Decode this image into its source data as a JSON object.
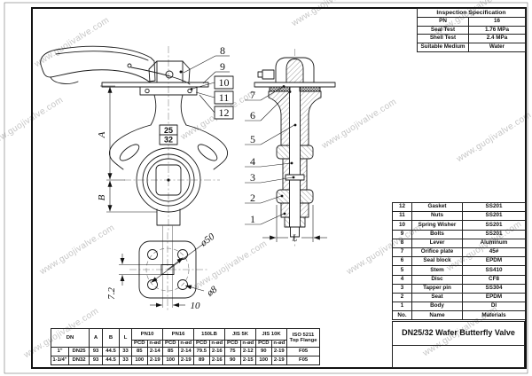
{
  "watermark": {
    "text": "www.guojivalve.com"
  },
  "inspection": {
    "title": "Inspection Specification",
    "rows": [
      {
        "label": "PN",
        "value": "16"
      },
      {
        "label": "Seal Test",
        "value": "1.76 MPa"
      },
      {
        "label": "Shell Test",
        "value": "2.4 MPa"
      },
      {
        "label": "Suitable Medium",
        "value": "Water"
      }
    ]
  },
  "parts": {
    "rows": [
      {
        "no": "12",
        "name": "Gasket",
        "material": "SS201"
      },
      {
        "no": "11",
        "name": "Nuts",
        "material": "SS201"
      },
      {
        "no": "10",
        "name": "Spring Wisher",
        "material": "SS201"
      },
      {
        "no": "9",
        "name": "Bolts",
        "material": "SS201"
      },
      {
        "no": "8",
        "name": "Lever",
        "material": "Aluminum"
      },
      {
        "no": "7",
        "name": "Orifice plate",
        "material": "45#"
      },
      {
        "no": "6",
        "name": "Seal block",
        "material": "EPDM"
      },
      {
        "no": "5",
        "name": "Stem",
        "material": "SS410"
      },
      {
        "no": "4",
        "name": "Disc",
        "material": "CF8"
      },
      {
        "no": "3",
        "name": "Tapper pin",
        "material": "SS304"
      },
      {
        "no": "2",
        "name": "Seat",
        "material": "EPDM"
      },
      {
        "no": "1",
        "name": "Body",
        "material": "DI"
      }
    ],
    "footer": {
      "no": "No.",
      "name": "Name",
      "material": "Materials"
    }
  },
  "title_block": {
    "title": "DN25/32 Wafer Butterfly Valve"
  },
  "dim_table": {
    "headers": {
      "dn": "DN",
      "a": "A",
      "b": "B",
      "l": "L",
      "pn10": "PN10",
      "pn16": "PN16",
      "lb150": "150LB",
      "jis5k": "JIS 5K",
      "jis10k": "JIS 10K",
      "iso": "ISO 5211 Top Flange",
      "pcd": "PCD",
      "nd": "n-ød"
    },
    "rows": [
      {
        "size": "1\"",
        "dn": "DN25",
        "a": "93",
        "b": "44.5",
        "l": "33",
        "pn10_pcd": "85",
        "pn10_nd": "2-14",
        "pn16_pcd": "85",
        "pn16_nd": "2-14",
        "lb150_pcd": "79.5",
        "lb150_nd": "2-16",
        "jis5k_pcd": "75",
        "jis5k_nd": "2-12",
        "jis10k_pcd": "90",
        "jis10k_nd": "2-19",
        "iso": "F05"
      },
      {
        "size": "1-1/4\"",
        "dn": "DN32",
        "a": "93",
        "b": "44.5",
        "l": "33",
        "pn10_pcd": "100",
        "pn10_nd": "2-19",
        "pn16_pcd": "100",
        "pn16_nd": "2-19",
        "lb150_pcd": "89",
        "lb150_nd": "2-16",
        "jis5k_pcd": "90",
        "jis5k_nd": "2-15",
        "jis10k_pcd": "100",
        "jis10k_nd": "2-19",
        "iso": "F05"
      }
    ]
  },
  "drawing": {
    "callouts": {
      "c1": "1",
      "c2": "2",
      "c3": "3",
      "c4": "4",
      "c5": "5",
      "c6": "6",
      "c7": "7",
      "c8": "8",
      "c9": "9",
      "c10": "10",
      "c11": "11",
      "c12": "12"
    },
    "labels": {
      "dim_a": "A",
      "dim_b": "B",
      "dim_l": "L",
      "bore_top": "25",
      "bore_bottom": "32",
      "dia_bolt_circle": "ø50",
      "dia_hole": "ø8",
      "square_height": "7.2",
      "square_width": "10"
    }
  }
}
